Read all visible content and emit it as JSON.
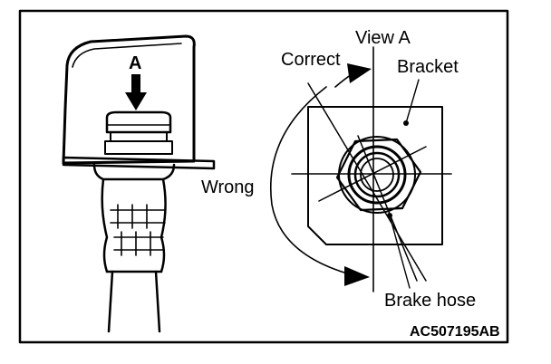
{
  "labels": {
    "view_a": "View A",
    "correct": "Correct",
    "bracket": "Bracket",
    "wrong": "Wrong",
    "brake_hose": "Brake hose",
    "arrow_letter": "A",
    "figure_code": "AC507195AB"
  },
  "colors": {
    "ink": "#000000",
    "background": "#ffffff"
  }
}
